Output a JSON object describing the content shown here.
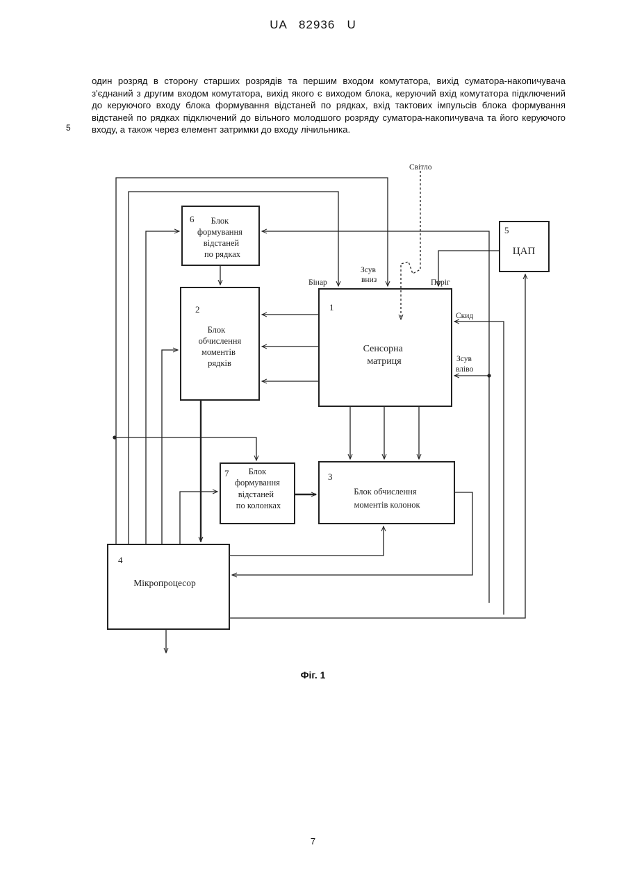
{
  "header": {
    "text": "UA   82936   U"
  },
  "body_text": "один розряд в сторону старших розрядів та першим входом комутатора, вихід суматора-накопичувача з'єднаний з другим входом комутатора, вихід якого є виходом блока, керуючий вхід комутатора підключений до керуючого входу блока формування відстаней по рядках, вхід тактових імпульсів блока формування відстаней по рядках підключений до вільного молодшого розряду суматора-накопичувача та його керуючого входу, а також через елемент затримки до входу лічильника.",
  "line_number": "5",
  "diagram": {
    "light_label": "Світло",
    "blocks": {
      "b1": {
        "num": "1",
        "lines": [
          "Сенсорна",
          "матриця"
        ]
      },
      "b2": {
        "num": "2",
        "lines": [
          "Блок",
          "обчислення",
          "моментів",
          "рядків"
        ]
      },
      "b3": {
        "num": "3",
        "lines": [
          "Блок обчислення",
          "моментів  колонок"
        ]
      },
      "b4": {
        "num": "4",
        "lines": [
          "Мікропроцесор"
        ]
      },
      "b5": {
        "num": "5",
        "lines": [
          "ЦАП"
        ]
      },
      "b6": {
        "num": "6",
        "lines": [
          "Блок",
          "формування",
          "відстаней",
          "по рядках"
        ]
      },
      "b7": {
        "num": "7",
        "lines": [
          "Блок",
          "формування",
          "відстаней",
          "по колонках"
        ]
      }
    },
    "port_labels": {
      "binar": "Бінар",
      "shift_down_1": "Зсув",
      "shift_down_2": "вниз",
      "threshold": "Поріг",
      "reset": "Скид",
      "shift_left_1": "Зсув",
      "shift_left_2": "вліво"
    }
  },
  "caption": "Фіг. 1",
  "page_number": "7"
}
